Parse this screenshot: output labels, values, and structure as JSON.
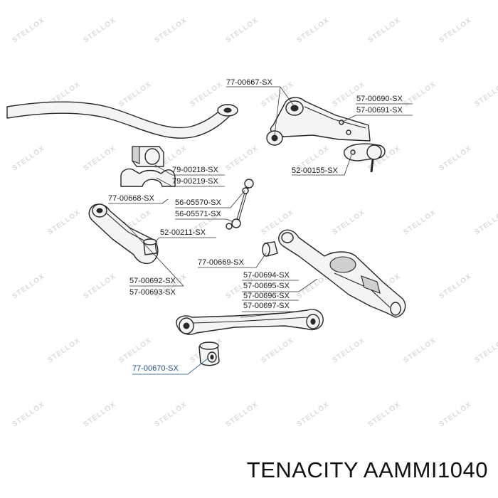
{
  "watermark": {
    "text": "STELLOX"
  },
  "labels": [
    {
      "text": "77-00667-SX"
    },
    {
      "text": "57-00690-SX"
    },
    {
      "text": "57-00691-SX"
    },
    {
      "text": "52-00155-SX"
    },
    {
      "text": "79-00218-SX"
    },
    {
      "text": "79-00219-SX"
    },
    {
      "text": "77-00668-SX"
    },
    {
      "text": "56-05570-SX"
    },
    {
      "text": "56-05571-SX"
    },
    {
      "text": "52-00211-SX"
    },
    {
      "text": "77-00669-SX"
    },
    {
      "text": "57-00692-SX"
    },
    {
      "text": "57-00693-SX"
    },
    {
      "text": "57-00694-SX"
    },
    {
      "text": "57-00695-SX"
    },
    {
      "text": "57-00696-SX"
    },
    {
      "text": "57-00697-SX"
    },
    {
      "text": "77-00670-SX"
    }
  ],
  "footer": {
    "brand_text": "TENACITY AAMMI1040"
  },
  "colors": {
    "highlight_label": "#1f4e8c",
    "watermark": "#dadada"
  }
}
